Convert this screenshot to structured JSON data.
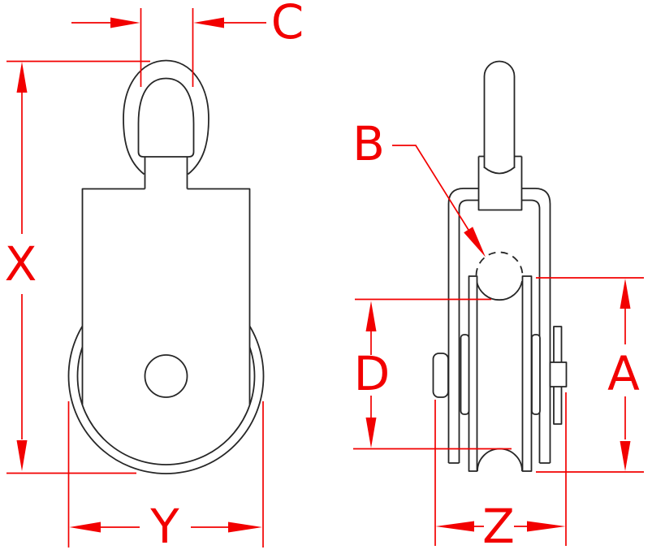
{
  "colors": {
    "line": "#262626",
    "dimension": "#f20000",
    "background": "#ffffff"
  },
  "front_view": {
    "dim_labels": {
      "c": "C",
      "x": "X",
      "y": "Y"
    }
  },
  "side_view": {
    "dim_labels": {
      "b": "B",
      "d": "D",
      "a": "A",
      "z": "Z"
    }
  }
}
